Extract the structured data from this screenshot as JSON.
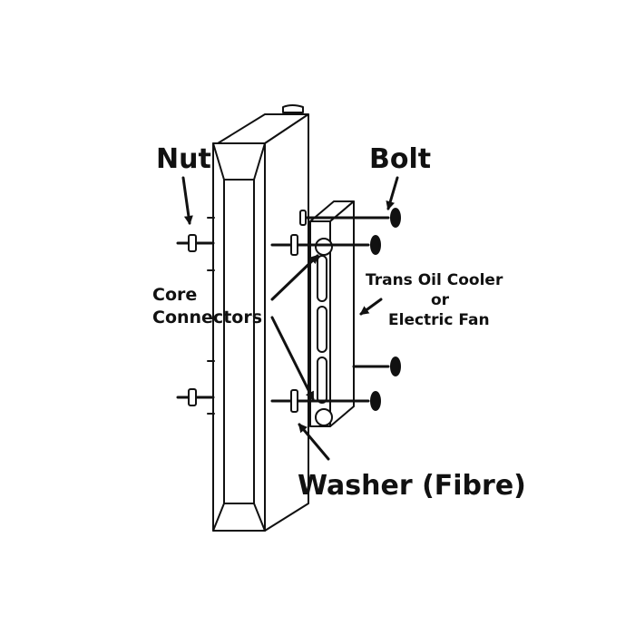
{
  "labels": {
    "nut": "Nut",
    "bolt": "Bolt",
    "core_connectors_line1": "Core",
    "core_connectors_line2": "Connectors",
    "trans_line1": "Trans Oil Cooler",
    "trans_line2": "or",
    "trans_line3": "Electric Fan",
    "washer": "Washer (Fibre)"
  },
  "colors": {
    "line": "#111111",
    "background": "#ffffff"
  },
  "icons": [
    "radiator-core",
    "trans-oil-cooler",
    "nut-icon",
    "bolt-icon",
    "washer-icon",
    "core-connector"
  ]
}
